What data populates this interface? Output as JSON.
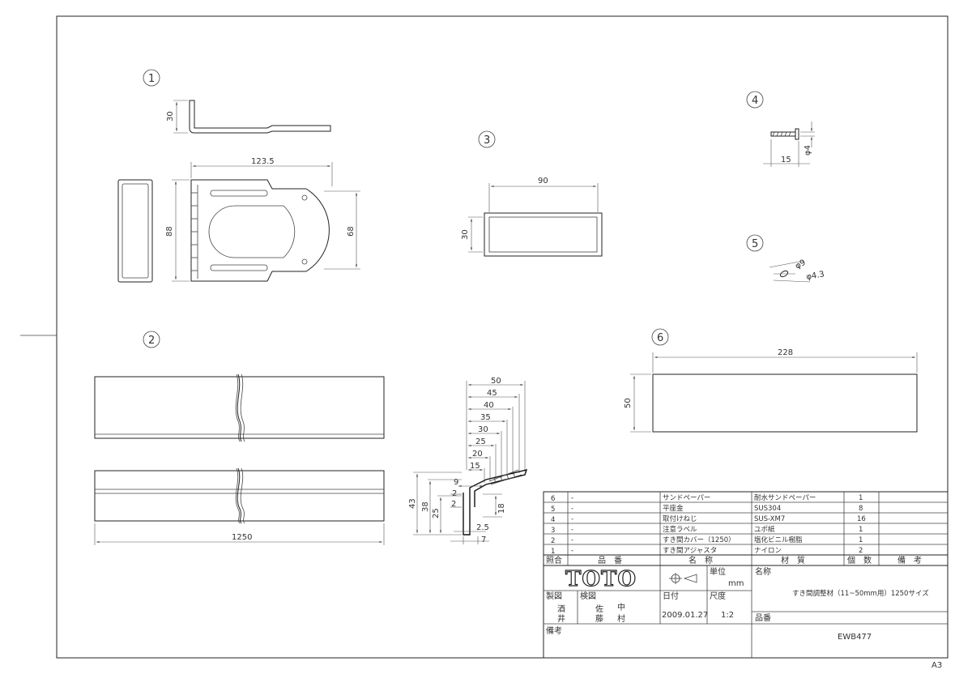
{
  "sheet": {
    "size_label": "A3"
  },
  "parts": {
    "p1": {
      "label": "1",
      "dim_height": "30",
      "dim_length": "123.5",
      "dim_width": "88",
      "dim_inner": "68"
    },
    "p2": {
      "label": "2",
      "dim_length": "1250"
    },
    "p3": {
      "label": "3",
      "dim_width": "90",
      "dim_height": "30"
    },
    "p4": {
      "label": "4",
      "dim_diameter": "φ4",
      "dim_length": "15"
    },
    "p5": {
      "label": "5",
      "dim_outer": "φ9",
      "dim_inner": "φ4.3"
    },
    "p6": {
      "label": "6",
      "dim_width": "228",
      "dim_height": "50"
    }
  },
  "section": {
    "gap_dims": [
      "50",
      "45",
      "40",
      "35",
      "30",
      "25",
      "20",
      "15",
      "9",
      "2"
    ],
    "height_dims": [
      "43",
      "38",
      "25",
      "2"
    ],
    "small_dims": [
      "18",
      "2.5",
      "7"
    ]
  },
  "bom": {
    "rows": [
      {
        "no": "6",
        "part_no": "-",
        "name": "サンドペーパー",
        "material": "耐水サンドペーパー",
        "qty": "1",
        "note": ""
      },
      {
        "no": "5",
        "part_no": "-",
        "name": "平座金",
        "material": "SUS304",
        "qty": "8",
        "note": ""
      },
      {
        "no": "4",
        "part_no": "-",
        "name": "取付けねじ",
        "material": "SUS-XM7",
        "qty": "16",
        "note": ""
      },
      {
        "no": "3",
        "part_no": "-",
        "name": "注意ラベル",
        "material": "ユポ紙",
        "qty": "1",
        "note": ""
      },
      {
        "no": "2",
        "part_no": "-",
        "name": "すき間カバー（1250）",
        "material": "塩化ビニル樹脂",
        "qty": "1",
        "note": ""
      },
      {
        "no": "1",
        "part_no": "-",
        "name": "すき間アジャスタ",
        "material": "ナイロン",
        "qty": "2",
        "note": ""
      }
    ],
    "headers": {
      "no": "照合",
      "part_no": "品　番",
      "name": "名　称",
      "material": "材　質",
      "qty": "個　数",
      "note": "備　考"
    }
  },
  "title_block": {
    "brand": "TOTO",
    "unit_label": "単位",
    "unit_value": "mm",
    "name_label": "名称",
    "product_name": "すき間調整材（11~50mm用）1250サイズ",
    "drawn_label": "製図",
    "checked_label": "検図",
    "drawn_by_1": "酒",
    "drawn_by_2": "井",
    "checked_by_1": "佐",
    "checked_by_2": "藤",
    "checked_by_3": "中",
    "checked_by_4": "村",
    "date_label": "日付",
    "date_value": "2009.01.27",
    "scale_label": "尺度",
    "scale_value": "1:2",
    "partno_label": "品番",
    "partno_value": "EWB477",
    "remarks_label": "備考"
  }
}
